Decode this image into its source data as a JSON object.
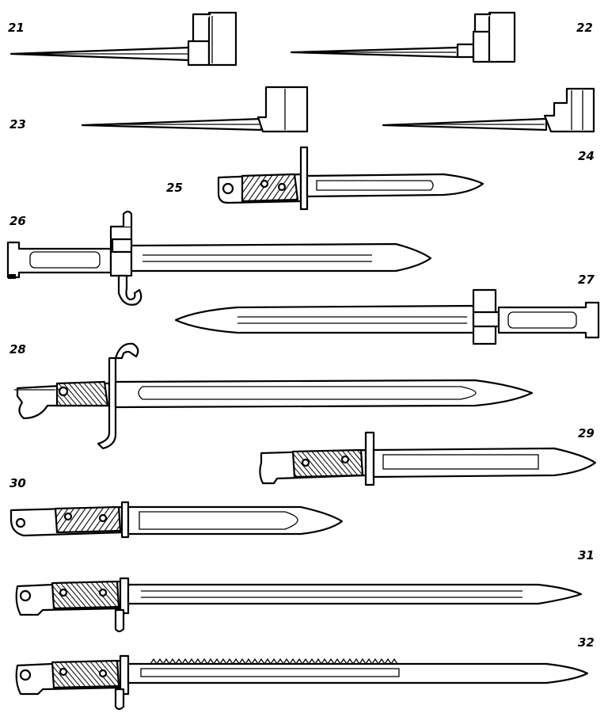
{
  "figure": {
    "labels": [
      "21",
      "22",
      "23",
      "24",
      "25",
      "26",
      "27",
      "28",
      "29",
      "30",
      "31",
      "32"
    ]
  }
}
